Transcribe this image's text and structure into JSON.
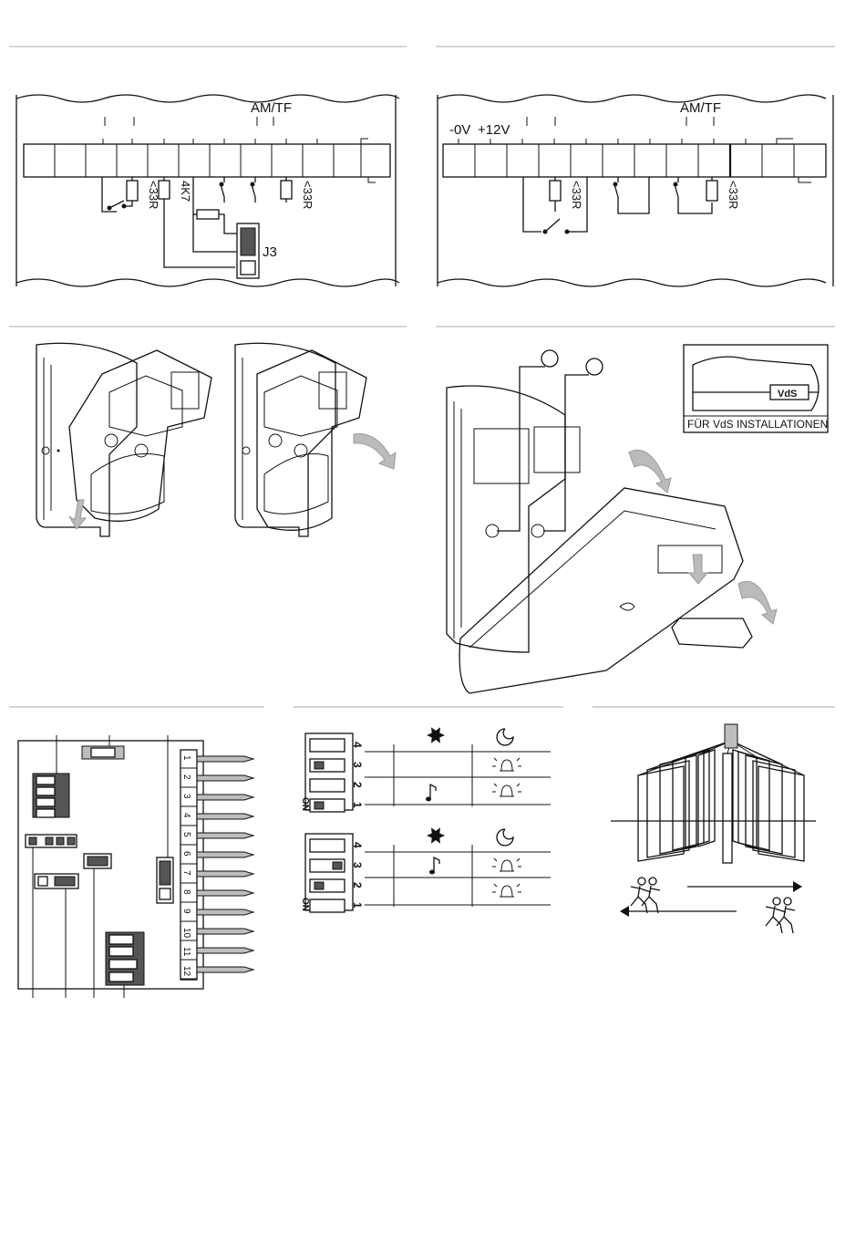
{
  "wiring_left": {
    "label_amtf": "AM/TF",
    "resistor_1": "<33R",
    "resistor_2": "4K7",
    "resistor_3": "<33R",
    "jumper": "J3"
  },
  "wiring_right": {
    "label_0v": "-0V",
    "label_12v": "+12V",
    "label_amtf": "AM/TF",
    "resistor_1": "<33R",
    "resistor_2": "<33R"
  },
  "vds": {
    "badge": "VdS",
    "caption": "FÜR VdS INSTALLATIONEN"
  },
  "terminals": [
    "1",
    "2",
    "3",
    "4",
    "5",
    "6",
    "7",
    "8",
    "9",
    "10",
    "11",
    "12"
  ],
  "dip_tables": [
    {
      "on_label": "ON",
      "switch_numbers": [
        "4",
        "3",
        "2",
        "1"
      ]
    },
    {
      "on_label": "ON",
      "switch_numbers": [
        "4",
        "3",
        "2",
        "1"
      ]
    }
  ],
  "icons": {
    "flash": "flash-icon",
    "moon": "night-moon-icon",
    "bell": "alarm-bell-icon",
    "note": "music-note-icon",
    "walker": "walking-person-icon"
  }
}
